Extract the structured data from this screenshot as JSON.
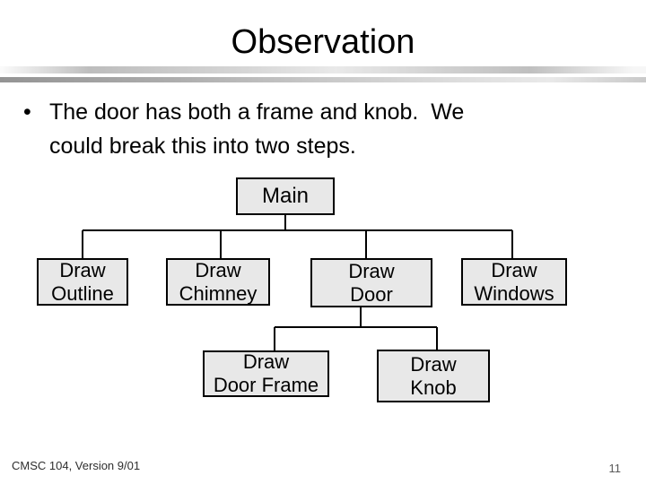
{
  "slide": {
    "title": "Observation",
    "bullet": {
      "marker": "•",
      "text": "The door has both a frame and knob.  We\ncould break this into two steps."
    },
    "diagram": {
      "nodes": {
        "main": "Main",
        "draw_outline": "Draw\nOutline",
        "draw_chimney": "Draw\nChimney",
        "draw_door": "Draw\nDoor",
        "draw_windows": "Draw\nWindows",
        "draw_door_frame": "Draw\nDoor Frame",
        "draw_knob": "Draw\nKnob"
      },
      "box_fill_color": "#e8e8e8",
      "line_color": "#000000"
    },
    "footer": {
      "left": "CMSC 104, Version 9/01",
      "page_number": "11"
    }
  }
}
